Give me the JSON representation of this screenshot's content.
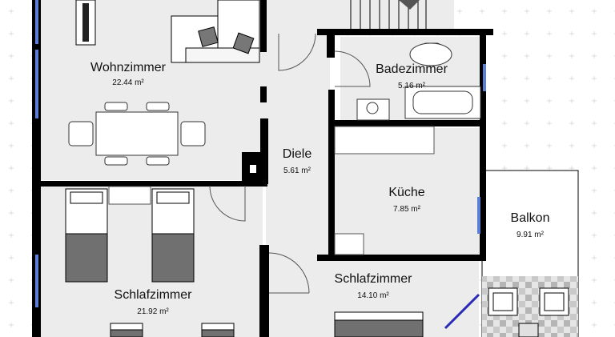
{
  "rooms": [
    {
      "name": "Wohnzimmer",
      "area": "22.44 m²"
    },
    {
      "name": "Badezimmer",
      "area": "5.16 m²"
    },
    {
      "name": "Diele",
      "area": "5.61 m²"
    },
    {
      "name": "Küche",
      "area": "7.85 m²"
    },
    {
      "name": "Balkon",
      "area": "9.91 m²"
    },
    {
      "name": "Schlafzimmer",
      "area": "21.92 m²"
    },
    {
      "name": "Schlafzimmer",
      "area": "14.10 m²"
    }
  ],
  "colors": {
    "wall": "#000000",
    "floor": "#ececec",
    "furniture": "#ffffff",
    "furniture_dark": "#707070",
    "window": "#5b7fd6",
    "door_arc": "#555555",
    "grid": "#d9d9d9"
  }
}
